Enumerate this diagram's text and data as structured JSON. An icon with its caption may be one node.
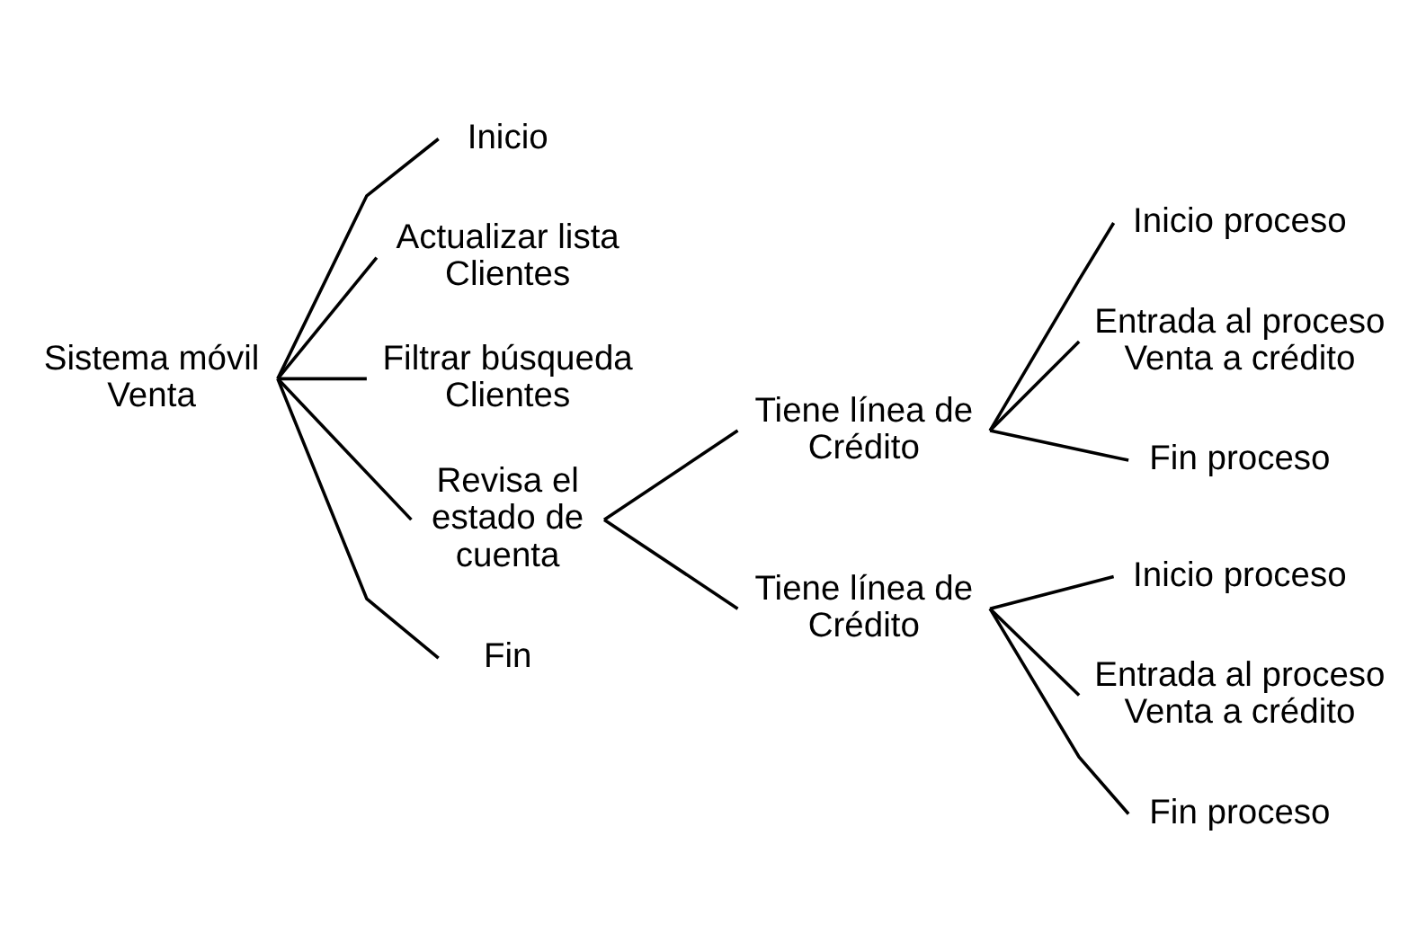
{
  "diagram": {
    "nodes": [
      {
        "text": [
          "Sistema móvil Venta"
        ]
      },
      {
        "text": [
          "Inicio"
        ]
      },
      {
        "text": [
          "Actualizar lista Clientes"
        ]
      },
      {
        "text": [
          "Filtrar búsqueda Clientes"
        ]
      },
      {
        "text": [
          "Revisa el estado de cuenta"
        ]
      },
      {
        "text": [
          "Tiene línea de Crédito"
        ]
      },
      {
        "text": [
          "Inicio proceso"
        ]
      },
      {
        "text": [
          "Entrada al proceso Venta a crédito"
        ]
      },
      {
        "text": [
          "Fin proceso"
        ]
      },
      {
        "text": [
          "Tiene línea de Crédito"
        ]
      },
      {
        "text": [
          "Inicio proceso"
        ]
      },
      {
        "text": [
          "Entrada al proceso Venta a crédito"
        ]
      },
      {
        "text": [
          "Fin proceso"
        ]
      },
      {
        "text": [
          "Fin"
        ]
      }
    ],
    "edges": [
      {
        "from": 0,
        "to": 1,
        "arrow": "none"
      },
      {
        "from": 0,
        "to": 2,
        "arrow": "none"
      },
      {
        "from": 0,
        "to": 3,
        "arrow": "none"
      },
      {
        "from": 0,
        "to": 4,
        "arrow": "none"
      },
      {
        "from": 0,
        "to": 13,
        "arrow": "none"
      },
      {
        "from": 4,
        "to": 5,
        "arrow": "none"
      },
      {
        "from": 4,
        "to": 9,
        "arrow": "none"
      },
      {
        "from": 5,
        "to": 6,
        "arrow": "none"
      },
      {
        "from": 5,
        "to": 7,
        "arrow": "none"
      },
      {
        "from": 5,
        "to": 8,
        "arrow": "none"
      },
      {
        "from": 9,
        "to": 10,
        "arrow": "none"
      },
      {
        "from": 9,
        "to": 11,
        "arrow": "none"
      },
      {
        "from": 9,
        "to": 12,
        "arrow": "none"
      }
    ]
  }
}
